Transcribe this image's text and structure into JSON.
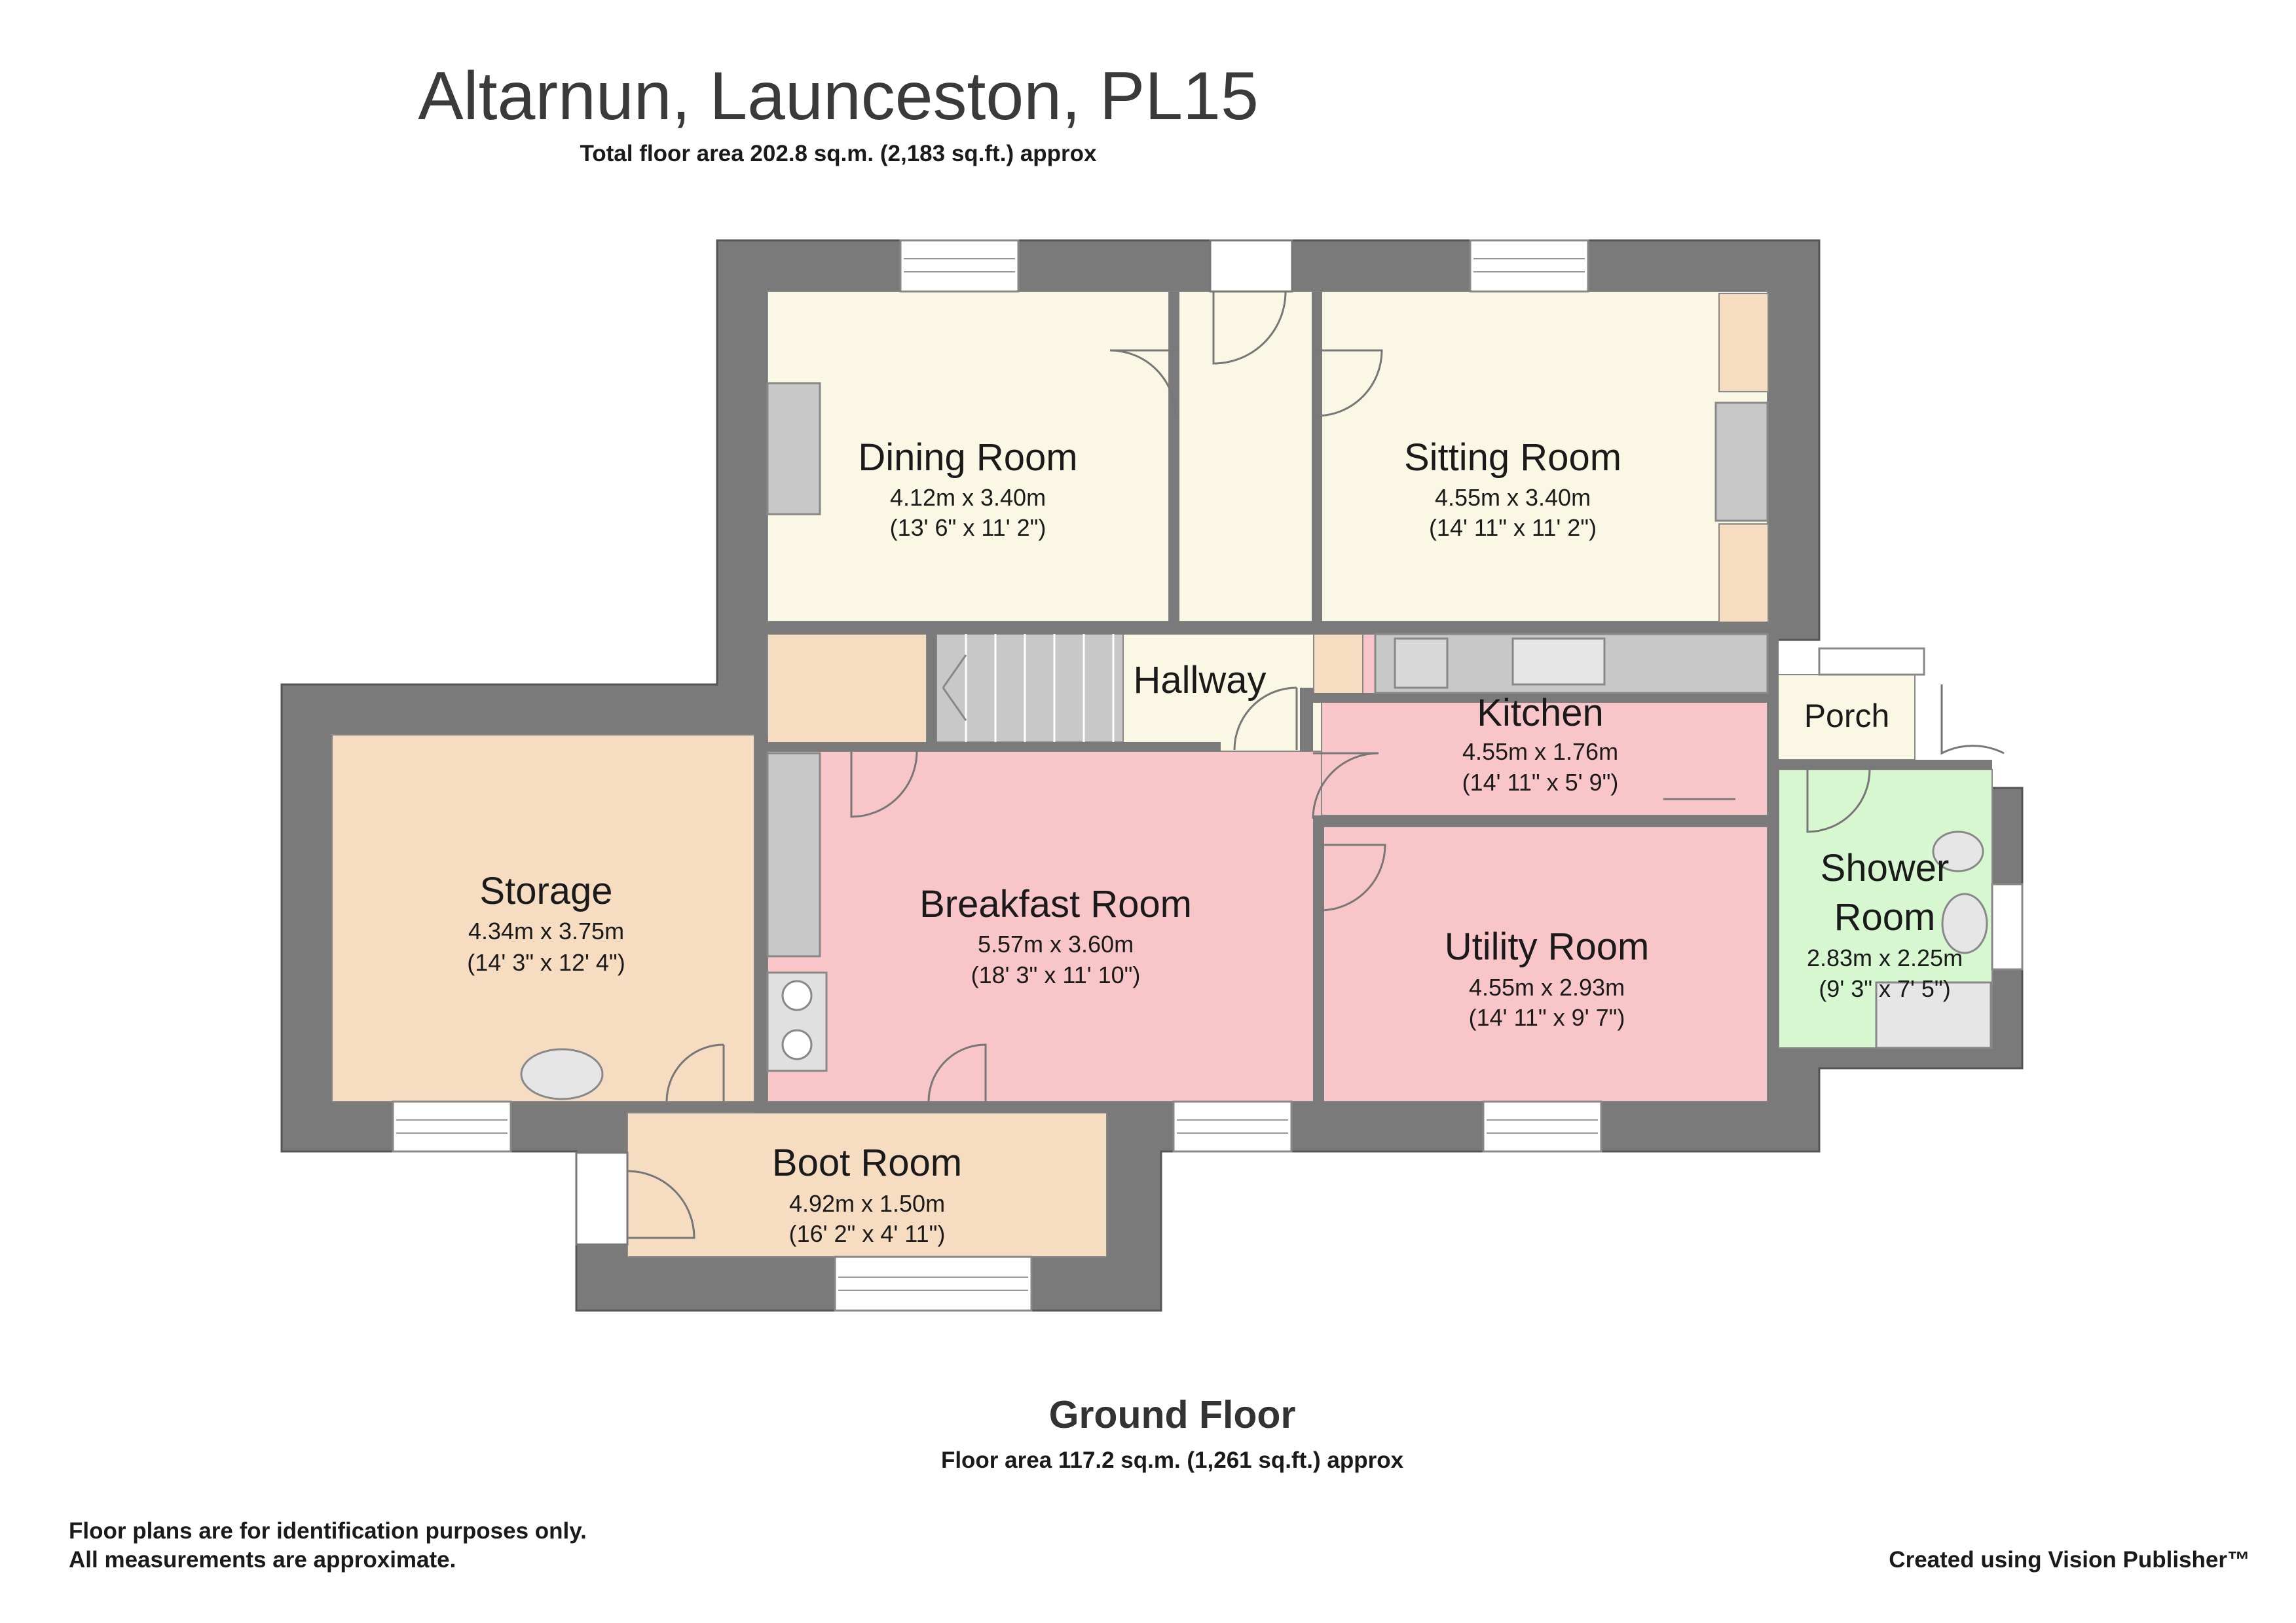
{
  "title": "Altarnun, Launceston, PL15",
  "subtitle": "Total floor area 202.8 sq.m. (2,183 sq.ft.) approx",
  "floor": {
    "name": "Ground Floor",
    "area": "Floor area 117.2 sq.m. (1,261 sq.ft.) approx"
  },
  "disclaimer": {
    "line1": "Floor plans are for identification purposes only.",
    "line2": "All measurements are approximate."
  },
  "credit": "Created using Vision Publisher™",
  "colors": {
    "wall": "#7a7a7a",
    "cream": "#faf8e4",
    "pink": "#f8c6c8",
    "peach": "#f6dcc0",
    "green": "#d6f7d0",
    "fixture": "#c8c8c8"
  },
  "rooms": {
    "dining": {
      "name": "Dining Room",
      "metric": "4.12m x 3.40m",
      "imperial": "(13' 6\" x 11' 2\")"
    },
    "sitting": {
      "name": "Sitting Room",
      "metric": "4.55m x 3.40m",
      "imperial": "(14' 11\" x 11' 2\")"
    },
    "hallway": {
      "name": "Hallway"
    },
    "kitchen": {
      "name": "Kitchen",
      "metric": "4.55m x 1.76m",
      "imperial": "(14' 11\" x 5' 9\")"
    },
    "porch": {
      "name": "Porch"
    },
    "storage": {
      "name": "Storage",
      "metric": "4.34m x 3.75m",
      "imperial": "(14' 3\" x 12' 4\")"
    },
    "breakfast": {
      "name": "Breakfast Room",
      "metric": "5.57m x 3.60m",
      "imperial": "(18' 3\" x 11' 10\")"
    },
    "utility": {
      "name": "Utility Room",
      "metric": "4.55m x 2.93m",
      "imperial": "(14' 11\" x 9' 7\")"
    },
    "shower": {
      "name_line1": "Shower",
      "name_line2": "Room",
      "metric": "2.83m x 2.25m",
      "imperial": "(9' 3\" x 7' 5\")"
    },
    "boot": {
      "name": "Boot Room",
      "metric": "4.92m x 1.50m",
      "imperial": "(16' 2\" x 4' 11\")"
    }
  }
}
